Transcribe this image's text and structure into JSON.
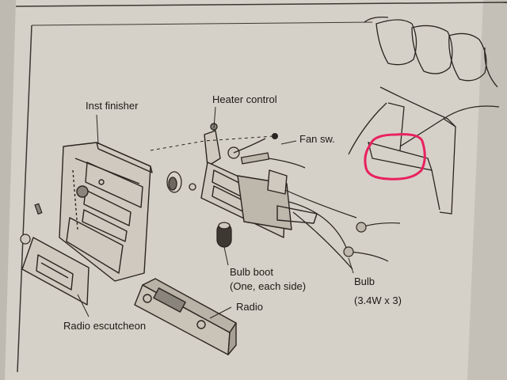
{
  "labels": {
    "inst_finisher": "Inst finisher",
    "heater_control": "Heater control",
    "fan_sw": "Fan sw.",
    "bulb_boot": "Bulb boot",
    "bulb_boot_note": "(One, each side)",
    "bulb": "Bulb",
    "bulb_spec": "(3.4W x 3)",
    "radio": "Radio",
    "radio_escutcheon": "Radio escutcheon"
  },
  "highlight": {
    "color": "#e8215f",
    "description": ""
  },
  "colors": {
    "paper": "#d9d4cb",
    "ink": "#2a2520",
    "shadow": "#5e5a54"
  }
}
